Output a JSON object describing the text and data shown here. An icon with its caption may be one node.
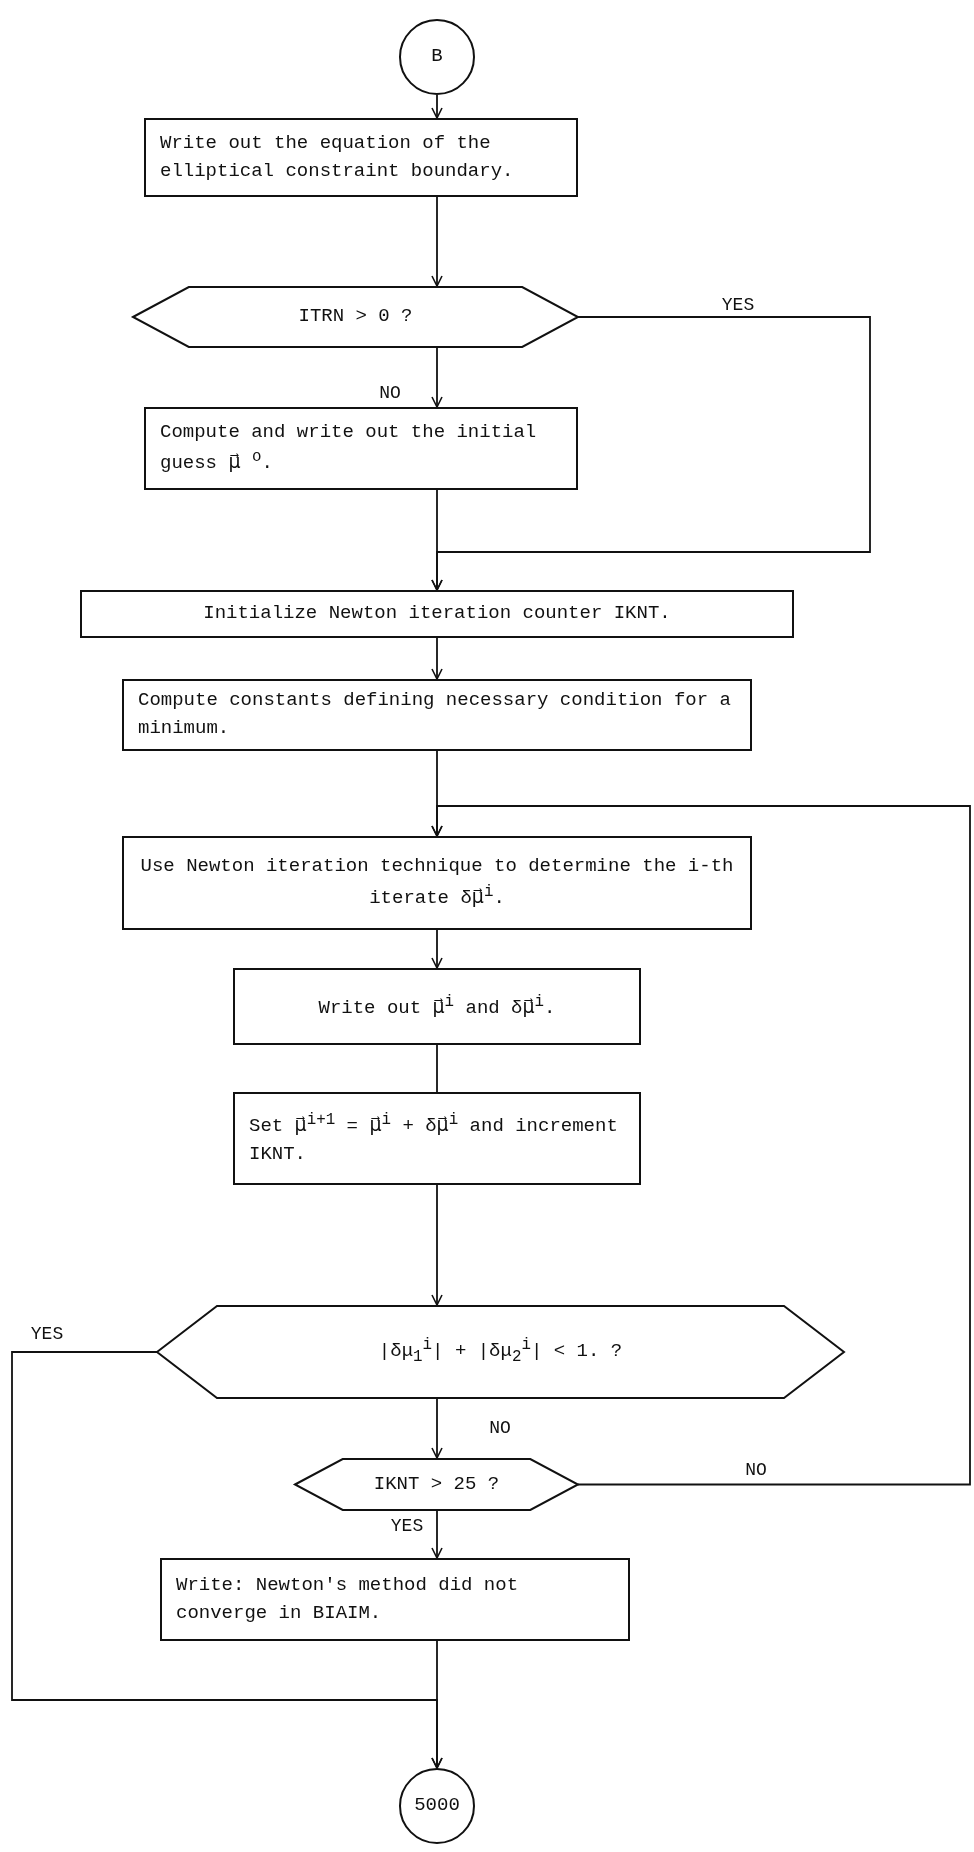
{
  "diagram": {
    "nodes": [
      {
        "text": [
          "B"
        ]
      },
      {
        "text": [
          "Write out the equation of the elliptical constraint boundary."
        ]
      },
      {
        "text": [
          "ITRN > 0 ?"
        ]
      },
      {
        "text": [
          "Compute and write out the initial guess μ⃗ $^{o}$."
        ]
      },
      {
        "text": [
          "Initialize Newton iteration counter IKNT."
        ]
      },
      {
        "text": [
          "Compute constants defining necessary condition for a minimum."
        ]
      },
      {
        "text": [
          "Use Newton iteration technique to determine the i-th iterate δμ⃗$^{i}$."
        ]
      },
      {
        "text": [
          "Write out μ⃗$^{i}$ and δμ⃗$^{i}$."
        ]
      },
      {
        "text": [
          "Set μ⃗$^{i+1}$ = μ⃗$^{i}$ + δμ⃗$^{i}$ and increment IKNT."
        ]
      },
      {
        "text": [
          "|δμ$_{1}$$^{i}$| + |δμ$_{2}$$^{i}$| < 1. ?"
        ]
      },
      {
        "text": [
          "IKNT > 25 ?"
        ]
      },
      {
        "text": [
          "Write: Newton's method did not converge in BIAIM."
        ]
      },
      {
        "text": [
          "5000"
        ]
      }
    ],
    "edges": [
      {
        "from": 0,
        "to": 1,
        "arrow": "to"
      },
      {
        "from": 1,
        "to": 2,
        "arrow": "to"
      },
      {
        "from": 2,
        "to": 3,
        "arrow": "to",
        "label": "NO"
      },
      {
        "from": 2,
        "to": 4,
        "arrow": "to",
        "label": "YES"
      },
      {
        "from": 3,
        "to": 4,
        "arrow": "to"
      },
      {
        "from": 4,
        "to": 5,
        "arrow": "to"
      },
      {
        "from": 5,
        "to": 6,
        "arrow": "to"
      },
      {
        "from": 10,
        "to": 6,
        "arrow": "to",
        "label": "NO"
      },
      {
        "from": 6,
        "to": 7,
        "arrow": "to"
      },
      {
        "from": 7,
        "to": 8,
        "arrow": "none"
      },
      {
        "from": 8,
        "to": 9,
        "arrow": "to"
      },
      {
        "from": 9,
        "to": 10,
        "arrow": "to",
        "label": "NO"
      },
      {
        "from": 9,
        "to": 12,
        "arrow": "to",
        "label": "YES"
      },
      {
        "from": 10,
        "to": 11,
        "arrow": "to",
        "label": "YES"
      },
      {
        "from": 11,
        "to": 12,
        "arrow": "to"
      }
    ]
  }
}
